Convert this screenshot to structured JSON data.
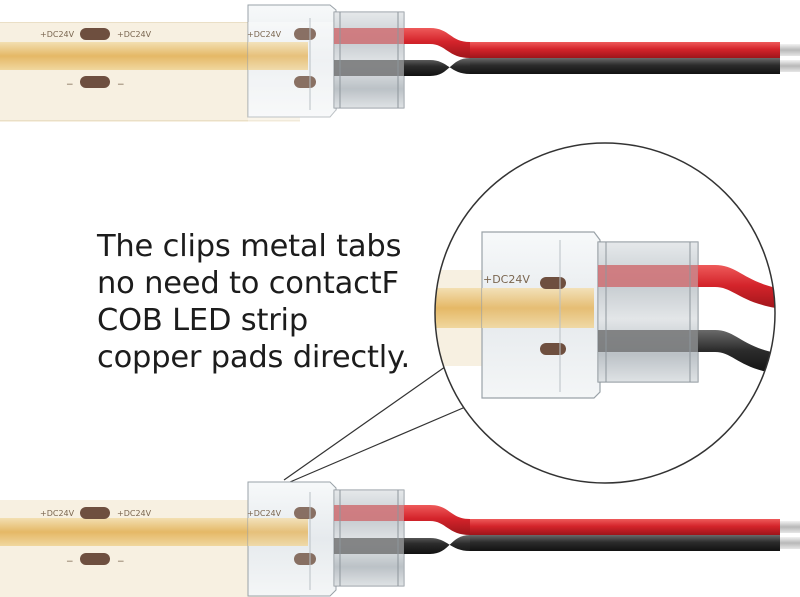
{
  "caption": {
    "lines": [
      "The clips metal tabs",
      "no need to contactF",
      "COB LED strip",
      "copper pads directly."
    ]
  },
  "strip_labels": {
    "plus": "+DC24V",
    "minus": "−"
  },
  "colors": {
    "strip_yellow": "#e9c274",
    "strip_edge": "#f4e8cf",
    "copper_pad": "#7a5a4a",
    "wire_red": "#d2232a",
    "wire_black": "#2a2a2a",
    "connector_clear": "#eef1f3",
    "connector_outline": "#9aa2a8",
    "zoom_circle": "#333333"
  },
  "icons": {
    "top_assembly": "cob-led-strip-connector",
    "bottom_assembly": "cob-led-strip-connector",
    "zoom": "magnified-connector-detail"
  }
}
